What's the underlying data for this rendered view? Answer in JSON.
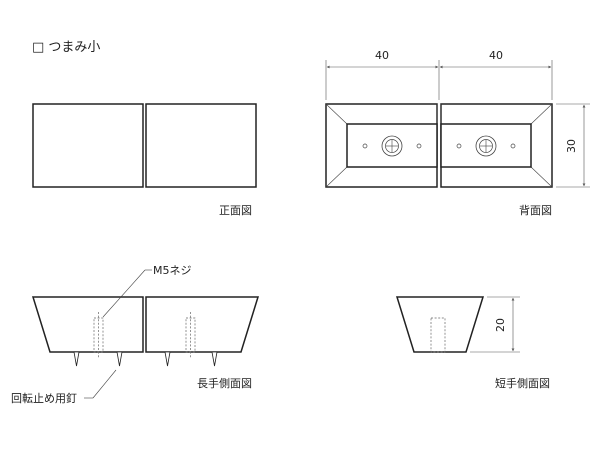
{
  "title": "□ つまみ小",
  "views": {
    "front": {
      "caption": "正面図"
    },
    "back": {
      "caption": "背面図",
      "width_left": "40",
      "width_right": "40",
      "height": "30"
    },
    "long_side": {
      "caption": "長手側面図",
      "screw_label": "M5ネジ",
      "nail_label": "回転止め用釘"
    },
    "short_side": {
      "caption": "短手側面図",
      "height": "20"
    }
  }
}
